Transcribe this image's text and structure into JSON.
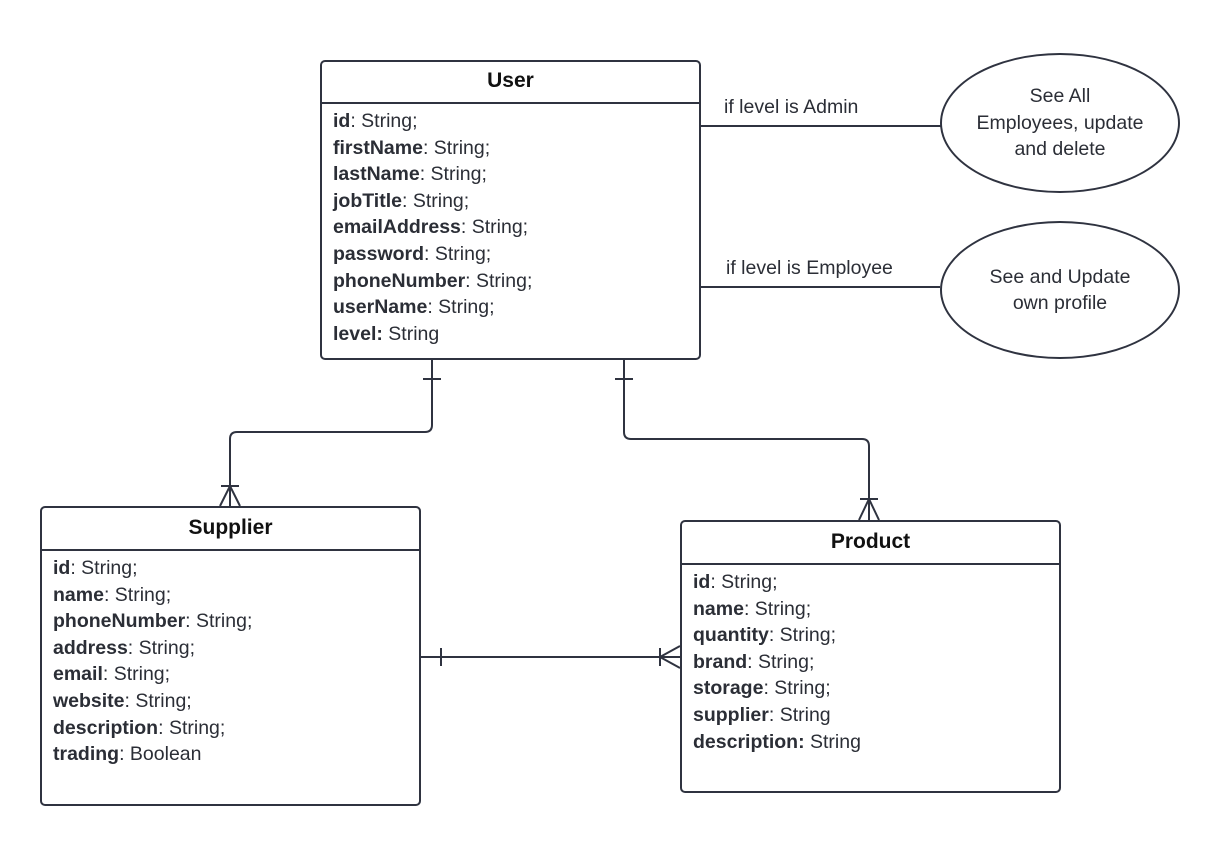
{
  "entities": {
    "user": {
      "title": "User",
      "fields": [
        {
          "name": "id",
          "type": ": String;"
        },
        {
          "name": "firstName",
          "type": ": String;"
        },
        {
          "name": "lastName",
          "type": ": String;"
        },
        {
          "name": "jobTitle",
          "type": ": String;"
        },
        {
          "name": "emailAddress",
          "type": ": String;"
        },
        {
          "name": "password",
          "type": ": String;"
        },
        {
          "name": "phoneNumber",
          "type": ": String;"
        },
        {
          "name": "userName",
          "type": ": String;"
        },
        {
          "name": "level:",
          "type": " String"
        }
      ]
    },
    "supplier": {
      "title": "Supplier",
      "fields": [
        {
          "name": "id",
          "type": ": String;"
        },
        {
          "name": "name",
          "type": ": String;"
        },
        {
          "name": "phoneNumber",
          "type": ": String;"
        },
        {
          "name": "address",
          "type": ": String;"
        },
        {
          "name": "email",
          "type": ": String;"
        },
        {
          "name": "website",
          "type": ": String;"
        },
        {
          "name": "description",
          "type": ": String;"
        },
        {
          "name": "trading",
          "type": ": Boolean"
        }
      ]
    },
    "product": {
      "title": "Product",
      "fields": [
        {
          "name": "id",
          "type": ": String;"
        },
        {
          "name": "name",
          "type": ": String;"
        },
        {
          "name": "quantity",
          "type": ": String;"
        },
        {
          "name": "brand",
          "type": ": String;"
        },
        {
          "name": "storage",
          "type": ": String;"
        },
        {
          "name": "supplier",
          "type": ": String"
        },
        {
          "name": "description:",
          "type": " String"
        }
      ]
    }
  },
  "relations": {
    "admin_label": "if level is Admin",
    "employee_label": "if level is Employee"
  },
  "notes": {
    "admin": [
      "See All",
      "Employees, update",
      "and delete"
    ],
    "employee": [
      "See and Update",
      "own profile"
    ]
  },
  "colors": {
    "line": "#2f3340",
    "text": "#2b2e36"
  }
}
